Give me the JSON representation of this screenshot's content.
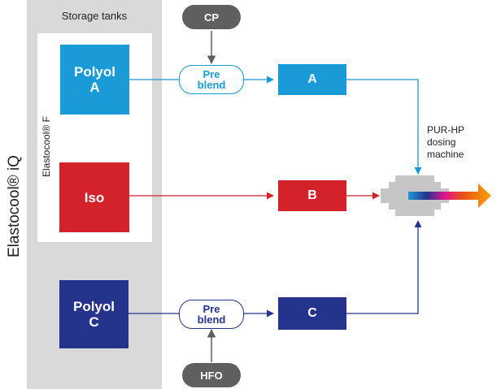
{
  "side_label": "Elastocool® iQ",
  "storage_title": "Storage tanks",
  "inner_label": "Elastocool® F",
  "tanks": {
    "polyol_a": "Polyol\nA",
    "iso": "Iso",
    "polyol_c": "Polyol\nC"
  },
  "additives": {
    "cp": "CP",
    "hfo": "HFO"
  },
  "preblend": {
    "top": "Pre\nblend",
    "bottom": "Pre\nblend"
  },
  "dosing": {
    "a": "A",
    "b": "B",
    "c": "C"
  },
  "machine_label": "PUR-HP\ndosing\nmachine",
  "colors": {
    "cyan": "#1a9ad6",
    "red": "#d3222a",
    "navy": "#24348c",
    "gray": "#5f5f5f",
    "panel": "#d9d9d9",
    "orange": "#f7a600"
  }
}
